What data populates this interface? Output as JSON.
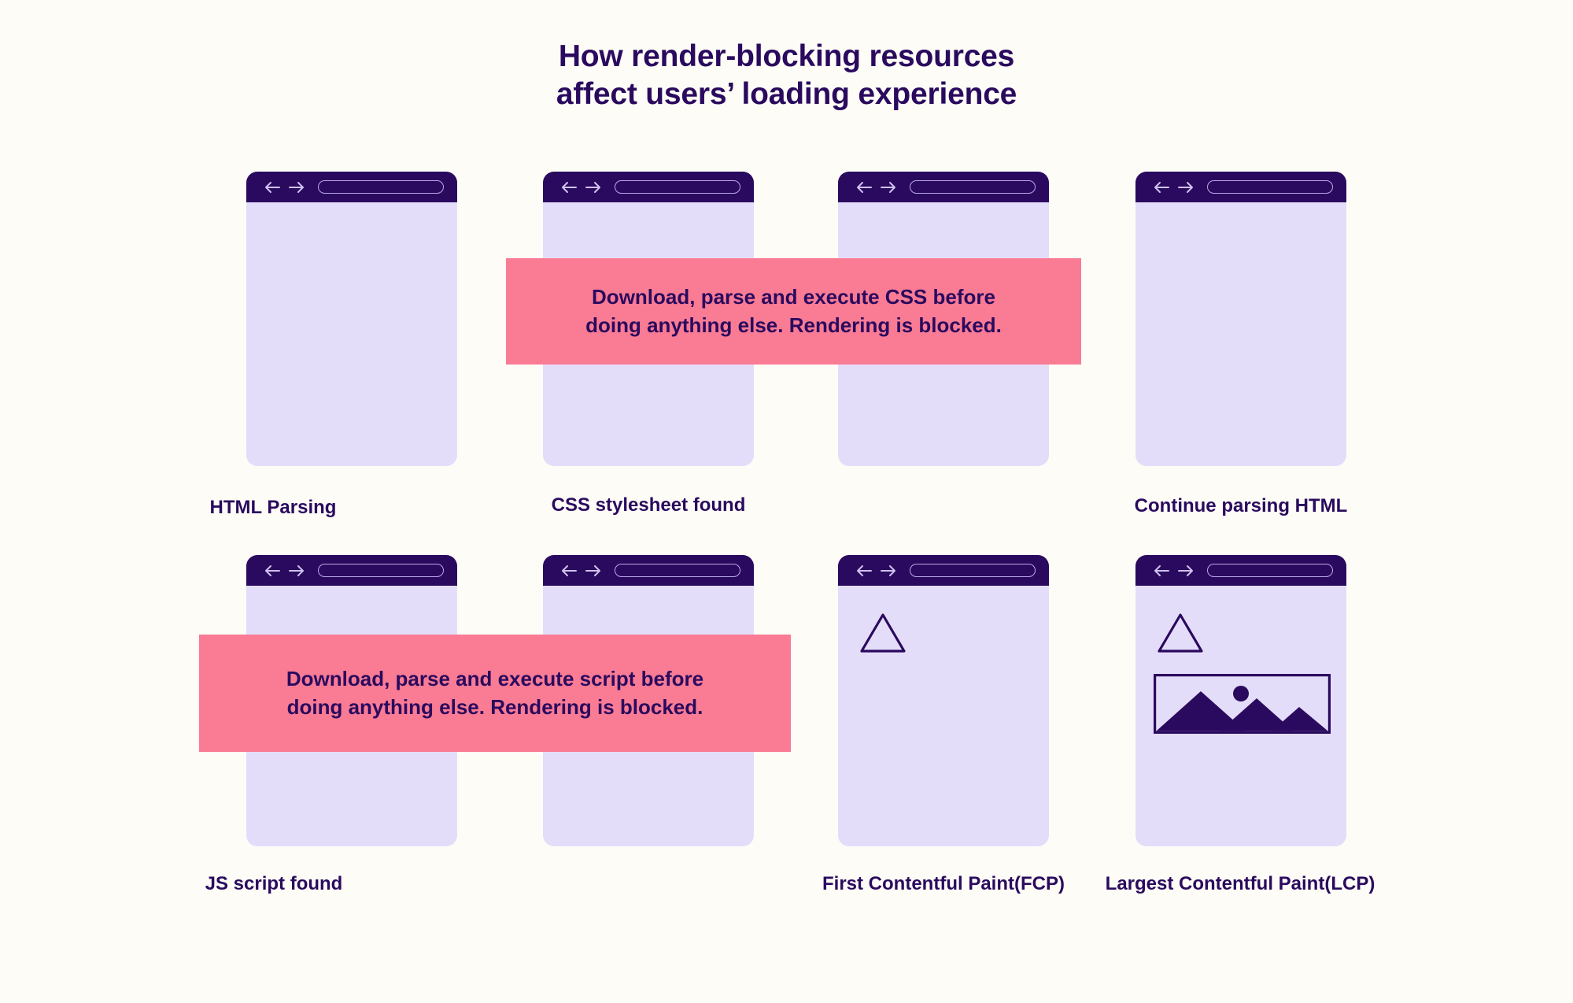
{
  "title": {
    "line1": "How render-blocking resources",
    "line2": "affect users’ loading experience"
  },
  "colors": {
    "background": "#fdfcf7",
    "dark_purple": "#2a0a5e",
    "card_body_lavender": "#e4ddf9",
    "callout_pink": "#f97b94",
    "address_bar_outline": "#b9a9e8"
  },
  "rows": [
    {
      "name": "row-1",
      "cards": [
        {
          "id": "card-html-parsing",
          "caption": "HTML Parsing",
          "content": "blank"
        },
        {
          "id": "card-css-found",
          "caption": "CSS stylesheet found",
          "content": "blank"
        },
        {
          "id": "card-css-blocked",
          "caption": "",
          "content": "blank"
        },
        {
          "id": "card-continue-parsing",
          "caption": "Continue parsing HTML",
          "content": "blank"
        }
      ]
    },
    {
      "name": "row-2",
      "cards": [
        {
          "id": "card-js-found",
          "caption": "JS script found",
          "content": "blank"
        },
        {
          "id": "card-js-blocked",
          "caption": "",
          "content": "blank"
        },
        {
          "id": "card-fcp",
          "caption_line1": "First Contentful",
          "caption_line2": "Paint(FCP)",
          "content": "triangle"
        },
        {
          "id": "card-lcp",
          "caption_line1": "Largest Contentful",
          "caption_line2": "Paint(LCP)",
          "content": "triangle-and-image"
        }
      ]
    }
  ],
  "callouts": [
    {
      "id": "callout-css",
      "line1": "Download, parse and execute CSS before",
      "line2": "doing anything else. Rendering is blocked."
    },
    {
      "id": "callout-script",
      "line1": "Download, parse and execute script before",
      "line2": "doing anything else. Rendering is blocked."
    }
  ],
  "icons": {
    "back_arrow": "back-arrow-icon",
    "forward_arrow": "forward-arrow-icon",
    "address_bar": "address-bar",
    "triangle": "triangle-placeholder-icon",
    "image_placeholder": "image-placeholder-icon"
  }
}
